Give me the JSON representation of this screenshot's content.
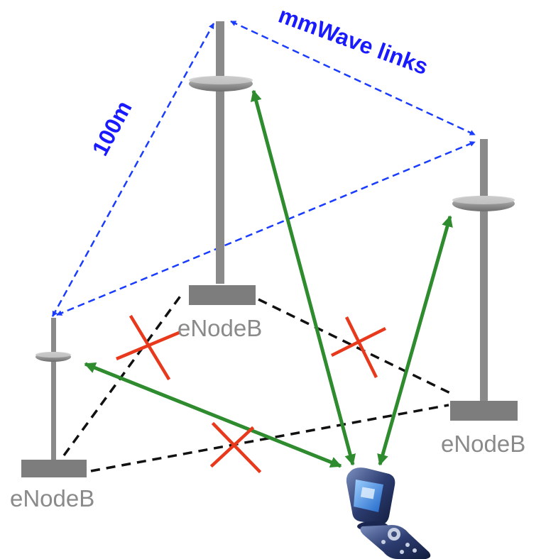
{
  "labels": {
    "top_enodeb": "eNodeB",
    "left_enodeb": "eNodeB",
    "right_enodeb": "eNodeB",
    "distance": "100m",
    "mmwave": "mmWave links"
  },
  "colors": {
    "tower": "#8a8a8a",
    "mmwave_link": "#1a3cff",
    "access_link": "#2e8b2e",
    "blocked_link": "#111111",
    "blocked_mark": "#e8391c",
    "label_text": "#8a8a8a",
    "label_blue": "#1a1aff"
  },
  "icons": {
    "device": "flip-phone-icon",
    "blocked": "cross-mark-icon"
  }
}
